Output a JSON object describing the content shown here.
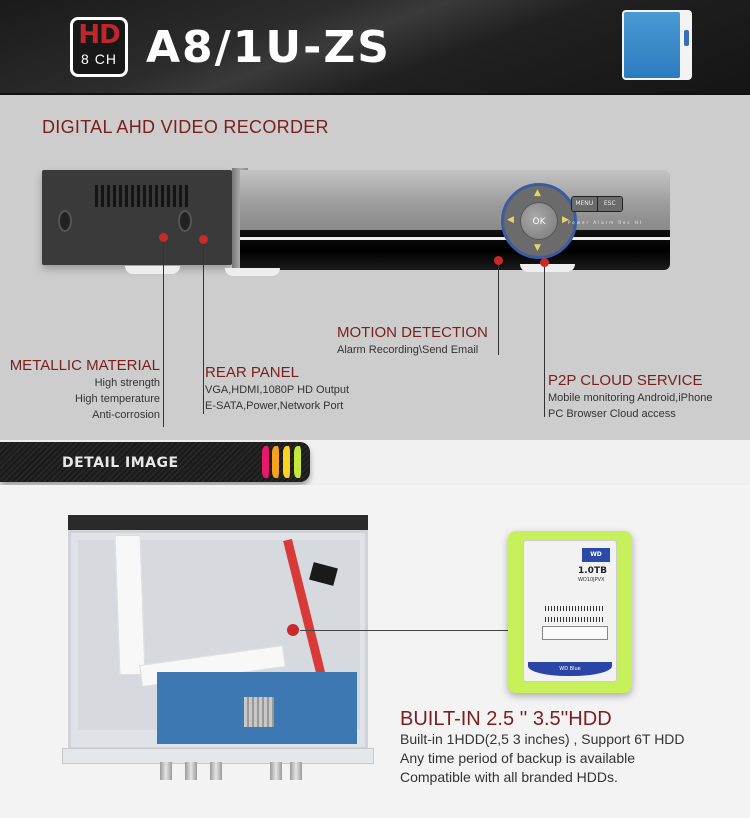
{
  "header": {
    "badge_hd": "HD",
    "badge_channels": "8 CH",
    "model": "A8/1U-ZS",
    "product_thumbnail": "mini-dvr-thumbnail"
  },
  "top": {
    "title": "DIGITAL AHD VIDEO RECORDER",
    "device": {
      "ok_label": "OK",
      "menu_label": "MENU",
      "esc_label": "ESC",
      "led_labels": "Power Alarm Rec HI"
    },
    "callouts": {
      "metallic": {
        "title": "METALLIC MATERIAL",
        "lines": [
          "High strength",
          "High temperature",
          "Anti-corrosion"
        ]
      },
      "rear_panel": {
        "title": "REAR PANEL",
        "lines": [
          "VGA,HDMI,1080P HD Output",
          "E-SATA,Power,Network Port"
        ]
      },
      "motion": {
        "title": "MOTION DETECTION",
        "lines": [
          "Alarm Recording\\Send Email"
        ]
      },
      "p2p": {
        "title": "P2P CLOUD SERVICE",
        "lines": [
          "Mobile monitoring Android,iPhone",
          "PC Browser Cloud access"
        ]
      }
    }
  },
  "banner": {
    "label": "DETAIL IMAGE",
    "stripe_colors": [
      "#e8196a",
      "#f6a21e",
      "#f9d423",
      "#c5e83a"
    ]
  },
  "hdd": {
    "brand": "WD",
    "capacity": "1.0TB",
    "model": "WD10JPVX",
    "series": "WD Blue",
    "title": "BUILT-IN 2.5 '' 3.5''HDD",
    "lines": [
      "Built-in  1HDD(2,5 3 inches) , Support 6T HDD",
      "Any time period of backup is available",
      "Compatible with all branded HDDs."
    ]
  },
  "colors": {
    "accent_red": "#7b1e1e",
    "dot_red": "#c82a2a",
    "hdd_card_green": "#c7f05a",
    "header_bg": "#1e1e1e",
    "top_bg": "#cdcdcd",
    "bottom_bg": "#f3f3f3"
  }
}
